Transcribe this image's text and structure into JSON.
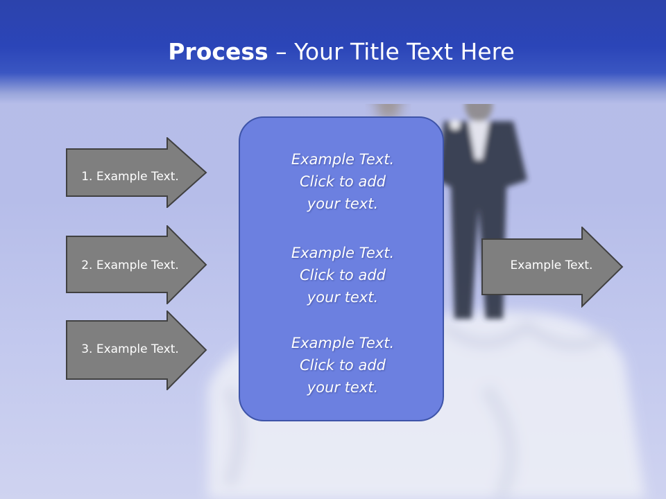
{
  "title": {
    "bold": "Process",
    "rest": " – Your Title Text Here"
  },
  "left_arrows": [
    {
      "label": "1. Example Text."
    },
    {
      "label": "2. Example Text."
    },
    {
      "label": "3. Example Text."
    }
  ],
  "center_box": {
    "blocks": [
      {
        "line1": "Example Text.",
        "line2": "Click  to add",
        "line3": "your text."
      },
      {
        "line1": "Example Text.",
        "line2": "Click  to add",
        "line3": "your text."
      },
      {
        "line1": "Example Text.",
        "line2": "Click  to add",
        "line3": "your text."
      }
    ]
  },
  "right_arrow": {
    "label": "Example Text."
  },
  "colors": {
    "header": "#2b45b8",
    "arrow_fill": "#7f7f7f",
    "arrow_stroke": "#404040",
    "center_fill": "#6c80e0"
  }
}
